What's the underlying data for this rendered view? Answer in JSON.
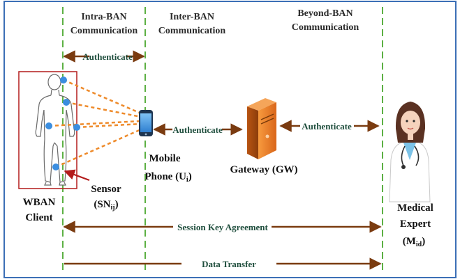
{
  "zones": [
    {
      "line1": "Intra-BAN",
      "line2": "Communication"
    },
    {
      "line1": "Inter-BAN",
      "line2": "Communication"
    },
    {
      "line1": "Beyond-BAN",
      "line2": "Communication"
    }
  ],
  "arrows": {
    "auth_intra": "Authenticate",
    "auth_phone_gw": "Authenticate",
    "auth_gw_expert": "Authenticate",
    "session_key": "Session Key Agreement",
    "data_transfer": "Data Transfer"
  },
  "entities": {
    "mobile": {
      "line1": "Mobile",
      "line2": "Phone (U",
      "sub": "i",
      "close": ")"
    },
    "gateway": "Gateway (GW)",
    "sensor": {
      "line1": "Sensor",
      "line2": "(SN",
      "sub": "ij",
      "close": ")"
    },
    "client": {
      "line1": "WBAN",
      "line2": "Client"
    },
    "expert": {
      "line1": "Medical",
      "line2": "Expert",
      "line3": "(M",
      "sub": "id",
      "close": ")"
    }
  },
  "colors": {
    "frame": "#3b6fb6",
    "dashed_line": "#5cb043",
    "arrow": "#7a3b10",
    "sensor_link": "#ee8a2a",
    "sensor_dot": "#3b8ee0",
    "client_box": "#b31b1b",
    "server": "#e8781e"
  }
}
